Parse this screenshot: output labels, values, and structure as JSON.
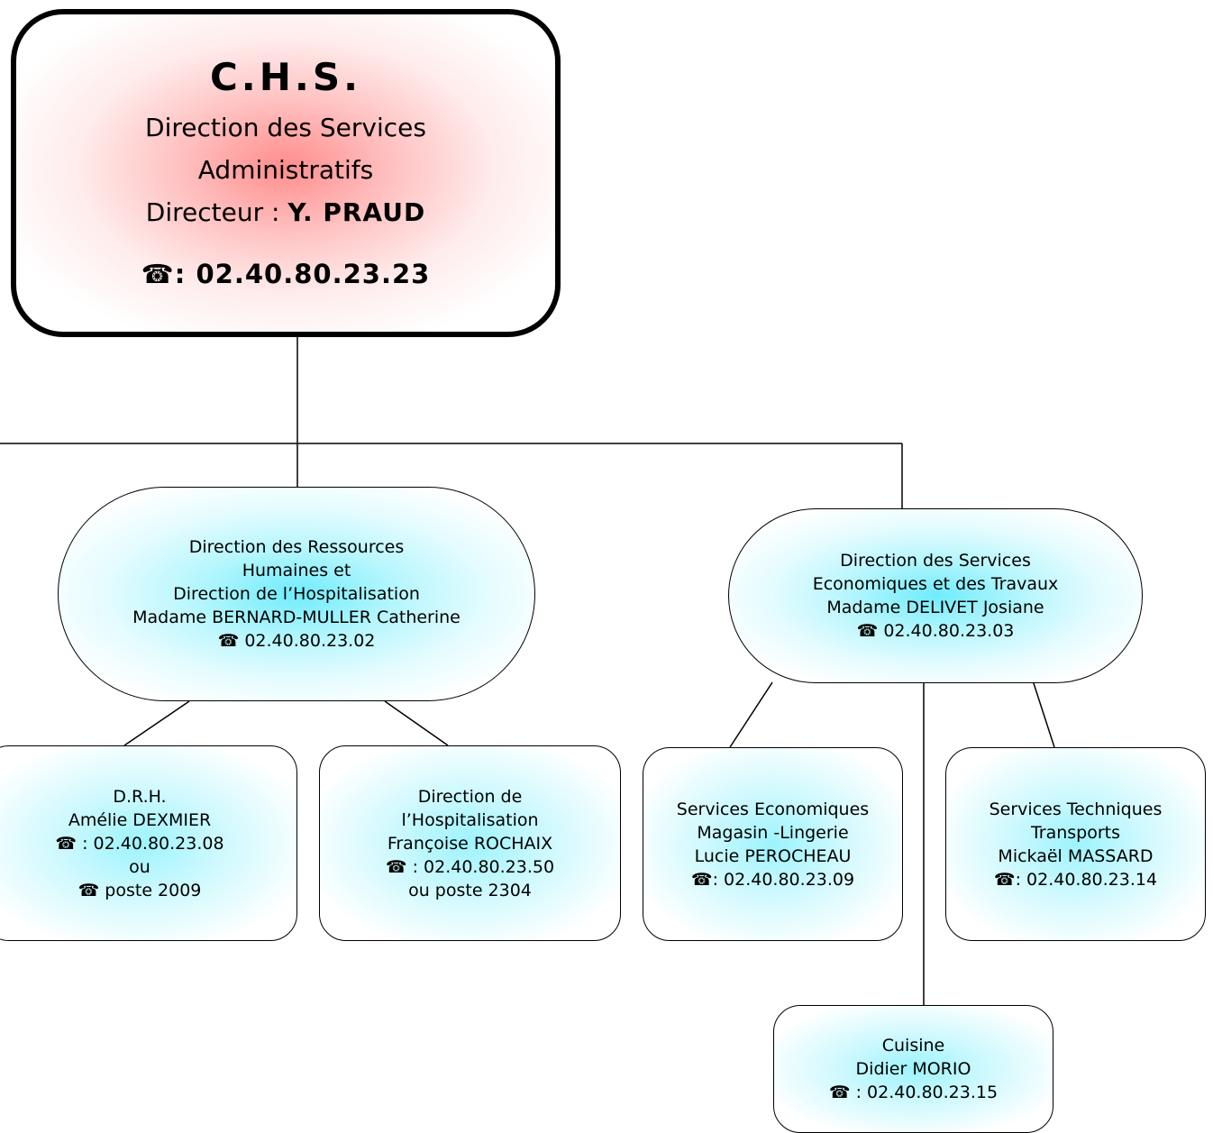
{
  "root": {
    "title": "C.H.S.",
    "line1": "Direction des Services",
    "line2": "Administratifs",
    "director_prefix": "Directeur : ",
    "director_name": "Y. PRAUD",
    "phone_icon": "telephone-icon",
    "phone": ": 02.40.80.23.23"
  },
  "drh_direction": {
    "lines": [
      "Direction des Ressources",
      "Humaines et",
      "Direction de l’Hospitalisation",
      "Madame BERNARD-MULLER Catherine",
      "☎ 02.40.80.23.02"
    ]
  },
  "economic_direction": {
    "lines": [
      "Direction des Services",
      "Economiques et des Travaux",
      "Madame DELIVET Josiane",
      "☎ 02.40.80.23.03"
    ]
  },
  "drh": {
    "lines": [
      "D.R.H.",
      "Amélie DEXMIER",
      "☎ : 02.40.80.23.08",
      "ou",
      "☎ poste 2009"
    ]
  },
  "hospitalisation": {
    "lines": [
      "Direction de",
      "l’Hospitalisation",
      "Françoise ROCHAIX",
      "☎ : 02.40.80.23.50",
      "ou poste 2304"
    ]
  },
  "services_economiques": {
    "lines": [
      "Services Economiques",
      "Magasin -Lingerie",
      "Lucie PEROCHEAU",
      "☎: 02.40.80.23.09"
    ]
  },
  "services_techniques": {
    "lines": [
      "Services Techniques",
      "Transports",
      "Mickaël MASSARD",
      "☎: 02.40.80.23.14"
    ]
  },
  "cuisine": {
    "lines": [
      "Cuisine",
      "Didier MORIO",
      "☎ : 02.40.80.23.15"
    ]
  },
  "colors": {
    "root_glow": "#ff8d8d",
    "child_glow": "#6fecfb",
    "border": "#000000"
  }
}
